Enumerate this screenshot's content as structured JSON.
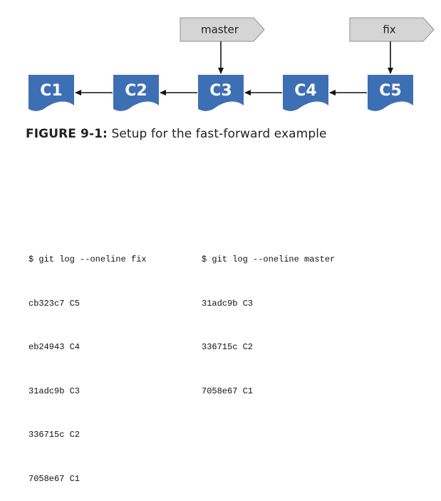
{
  "diagram": {
    "commits": [
      {
        "id": "c1",
        "label": "C1"
      },
      {
        "id": "c2",
        "label": "C2"
      },
      {
        "id": "c3",
        "label": "C3"
      },
      {
        "id": "c4",
        "label": "C4"
      },
      {
        "id": "c5",
        "label": "C5"
      }
    ],
    "parent_edges": [
      {
        "from": "C2",
        "to": "C1"
      },
      {
        "from": "C3",
        "to": "C2"
      },
      {
        "from": "C4",
        "to": "C3"
      },
      {
        "from": "C5",
        "to": "C4"
      }
    ],
    "branches": [
      {
        "name": "master",
        "points_to": "C3"
      },
      {
        "name": "fix",
        "points_to": "C5"
      }
    ],
    "colors": {
      "commit_fill": "#3d6fb5",
      "commit_text": "#ffffff",
      "branch_fill": "#d5d5d5",
      "branch_stroke": "#8f8f8f",
      "arrow": "#111111"
    }
  },
  "caption": {
    "label": "FIGURE 9-1:",
    "text": " Setup for the fast-forward example"
  },
  "logs": {
    "fix": {
      "command": "$ git log --oneline fix",
      "lines": [
        "cb323c7 C5",
        "eb24943 C4",
        "31adc9b C3",
        "336715c C2",
        "7058e67 C1"
      ]
    },
    "master": {
      "command": "$ git log --oneline master",
      "lines": [
        "31adc9b C3",
        "336715c C2",
        "7058e67 C1"
      ]
    }
  }
}
